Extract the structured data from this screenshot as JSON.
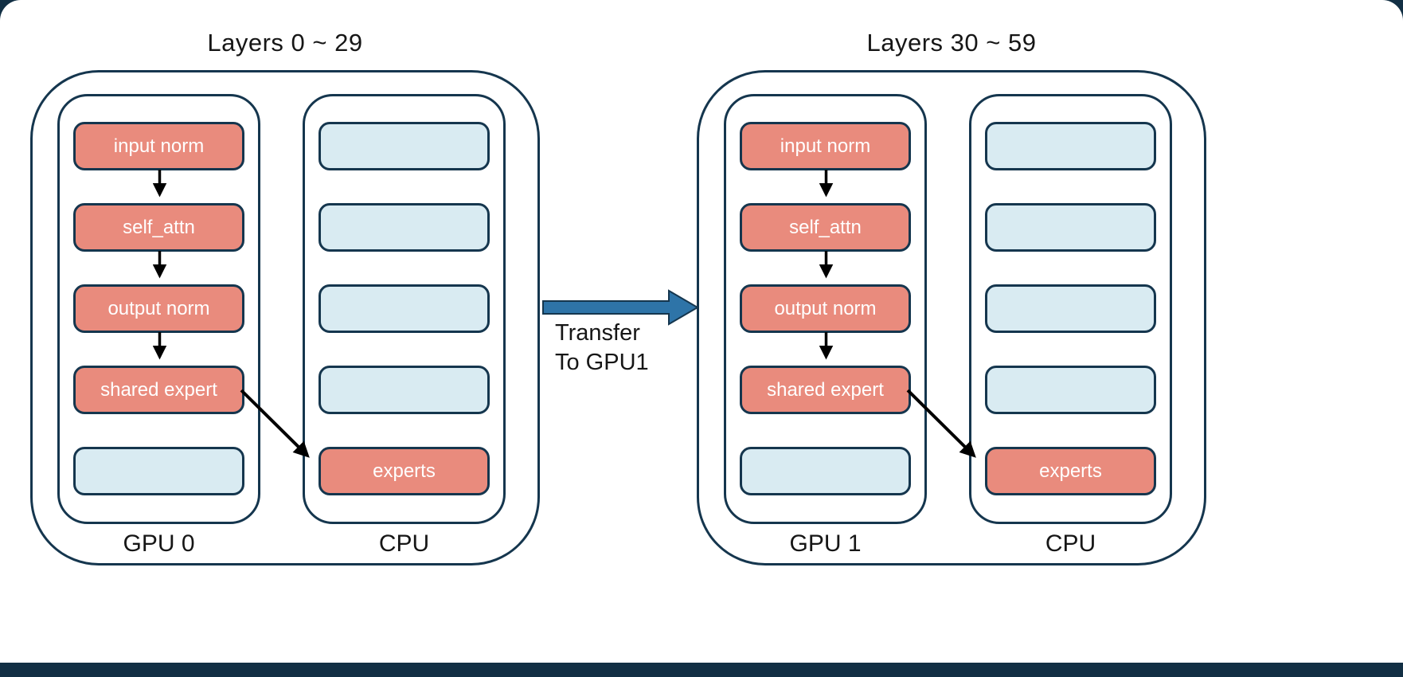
{
  "slide": {
    "panels": {
      "left": {
        "title": "Layers 0 ~ 29",
        "gpu_label": "GPU 0",
        "cpu_label": "CPU",
        "gpu_blocks": [
          "input norm",
          "self_attn",
          "output norm",
          "shared expert"
        ],
        "cpu_expert_block": "experts"
      },
      "right": {
        "title": "Layers 30 ~ 59",
        "gpu_label": "GPU 1",
        "cpu_label": "CPU",
        "gpu_blocks": [
          "input norm",
          "self_attn",
          "output norm",
          "shared expert"
        ],
        "cpu_expert_block": "experts"
      }
    },
    "transfer": {
      "line1": "Transfer",
      "line2": "To GPU1"
    },
    "colors": {
      "module_fill": "#E98B7D",
      "placeholder_fill": "#D9EBF2",
      "outline": "#15364E",
      "transfer_arrow": "#2E74A8",
      "footer_bar": "#122F44",
      "flow_arrow": "#000000"
    }
  }
}
